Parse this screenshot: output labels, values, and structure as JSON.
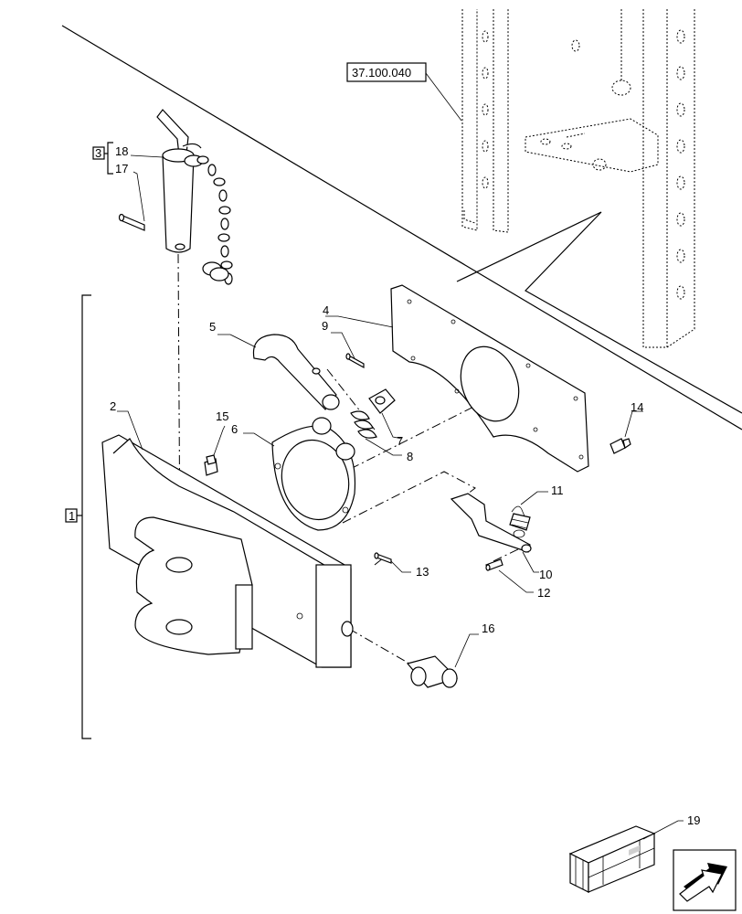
{
  "reference": "37.100.040",
  "kit_labels": {
    "kit_3": "3",
    "kit_1": "1"
  },
  "callouts": {
    "c1": "1",
    "c2": "2",
    "c4": "4",
    "c5": "5",
    "c6": "6",
    "c7": "7",
    "c8": "8",
    "c9": "9",
    "c10": "10",
    "c11": "11",
    "c12": "12",
    "c13": "13",
    "c14": "14",
    "c15": "15",
    "c16": "16",
    "c17": "17",
    "c18": "18",
    "c19": "19"
  }
}
